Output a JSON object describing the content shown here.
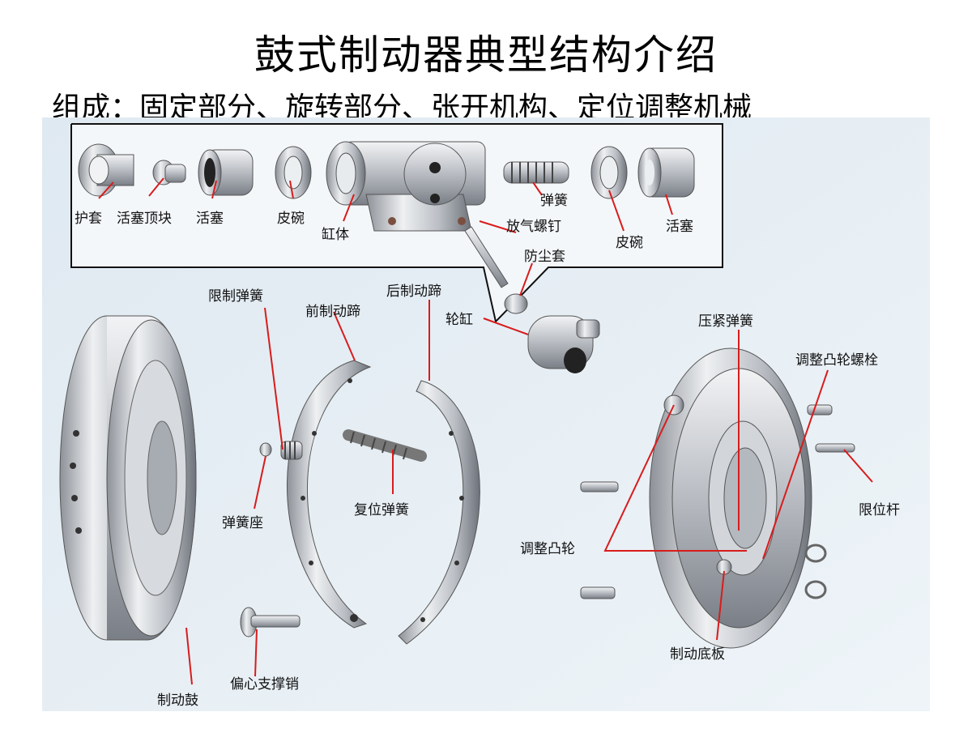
{
  "title": "鼓式制动器典型结构介绍",
  "subtitle": "组成：固定部分、旋转部分、张开机构、定位调整机械",
  "colors": {
    "leader": "#d81c1c",
    "metal": "#c9ccd1",
    "background": "#e6eff5"
  },
  "labels": {
    "protective_sleeve": "护套",
    "piston_top_block": "活塞顶块",
    "piston_left": "活塞",
    "cup_left": "皮碗",
    "cylinder_body": "缸体",
    "spring": "弹簧",
    "bleed_screw": "放气螺钉",
    "dust_cover": "防尘套",
    "cup_right": "皮碗",
    "piston_right": "活塞",
    "limit_spring": "限制弹簧",
    "front_shoe": "前制动蹄",
    "rear_shoe": "后制动蹄",
    "wheel_cylinder": "轮缸",
    "pressure_spring": "压紧弹簧",
    "adjust_cam_bolt": "调整凸轮螺栓",
    "limit_rod": "限位杆",
    "spring_seat": "弹簧座",
    "return_spring": "复位弹簧",
    "adjust_cam": "调整凸轮",
    "eccentric_pin": "偏心支撑销",
    "brake_backing_plate": "制动底板",
    "brake_drum": "制动鼓"
  }
}
